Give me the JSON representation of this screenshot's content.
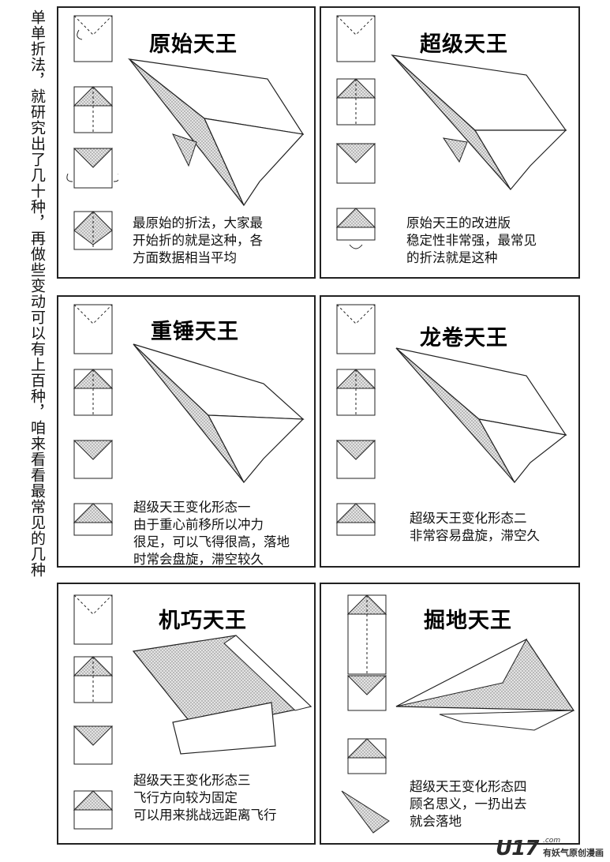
{
  "side_note": "单单折法，就研究出了几十种，再做些变动可以有上百种，咱来看看最常见的几种",
  "panels": [
    {
      "title": "原始天王",
      "desc": "最原始的折法，大家最\n开始折的就是这种，各\n方面数据相当平均"
    },
    {
      "title": "超级天王",
      "desc": "原始天王的改进版\n稳定性非常强，最常见\n的折法就是这种"
    },
    {
      "title": "重锤天王",
      "desc": "超级天王变化形态一\n由于重心前移所以冲力\n很足，可以飞得很高，落地\n时常会盘旋，滞空较久"
    },
    {
      "title": "龙卷天王",
      "desc": "超级天王变化形态二\n非常容易盘旋，滞空久"
    },
    {
      "title": "机巧天王",
      "desc": "超级天王变化形态三\n飞行方向较为固定\n可以用来挑战远距离飞行"
    },
    {
      "title": "掘地天王",
      "desc": "超级天王变化形态四\n顾名思义，一扔出去\n就会落地"
    }
  ],
  "logo": {
    "main": "U17",
    "dotcom": ".com",
    "sub": "有妖气原创漫画"
  },
  "colors": {
    "border": "#222222",
    "shade": "#c8c8c8"
  }
}
